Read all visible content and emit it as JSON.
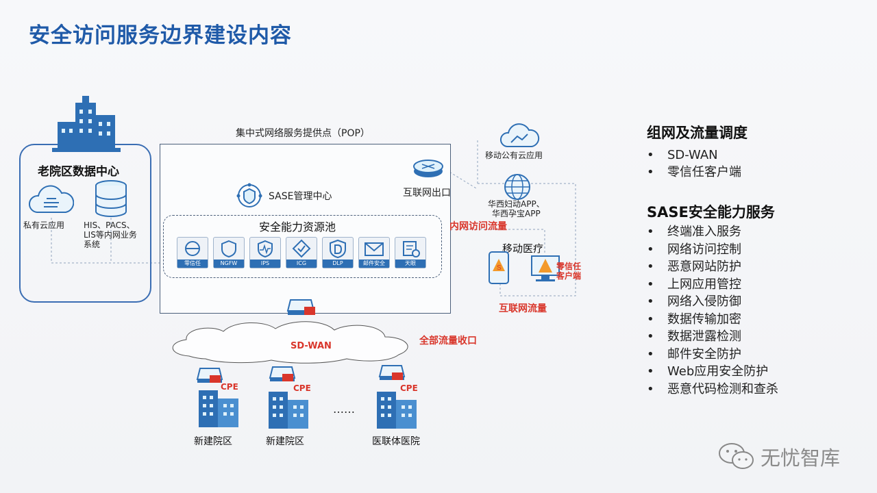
{
  "title": "安全访问服务边界建设内容",
  "old_campus": {
    "title": "老院区数据中心",
    "private_cloud": "私有云应用",
    "his_lines": [
      "HIS、PACS、",
      "LIS等内网业务",
      "系统"
    ]
  },
  "pop": {
    "title": "集中式网络服务提供点（POP）",
    "sase_center": "SASE管理中心",
    "pool_title": "安全能力资源池",
    "tiles": [
      "零信任",
      "NGFW",
      "IPS",
      "ICG",
      "DLP",
      "邮件安全",
      "天眼"
    ],
    "internet_exit": "互联网出口"
  },
  "right_cluster": {
    "mobile_cloud": "移动公有云应用",
    "apps_lines": [
      "华西妇动APP、",
      "华西孕宝APP"
    ],
    "mobile_medical": "移动医疗",
    "zero_trust_client_lines": [
      "零信任",
      "客户端"
    ]
  },
  "flows": {
    "intranet": "内网访问流量",
    "internet": "互联网流量",
    "all_traffic": "全部流量收口"
  },
  "sdwan": {
    "label": "SD-WAN"
  },
  "sites": [
    {
      "name": "新建院区",
      "cpe": "CPE"
    },
    {
      "name": "新建院区",
      "cpe": "CPE"
    },
    {
      "name": "医联体医院",
      "cpe": "CPE"
    }
  ],
  "ellipsis": "……",
  "right_panel": {
    "section1_title": "组网及流量调度",
    "section1_items": [
      "SD-WAN",
      "零信任客户端"
    ],
    "section2_title": "SASE安全能力服务",
    "section2_items": [
      "终端准入服务",
      "网络访问控制",
      "恶意网站防护",
      "上网应用管控",
      "网络入侵防御",
      "数据传输加密",
      "数据泄露检测",
      "邮件安全防护",
      "Web应用安全防护",
      "恶意代码检测和查杀"
    ]
  },
  "watermark": "无忧智库",
  "colors": {
    "title": "#1f5aa8",
    "accent_red": "#d9362b",
    "icon_blue": "#2e6fb4",
    "icon_light": "#5bb8e8"
  }
}
